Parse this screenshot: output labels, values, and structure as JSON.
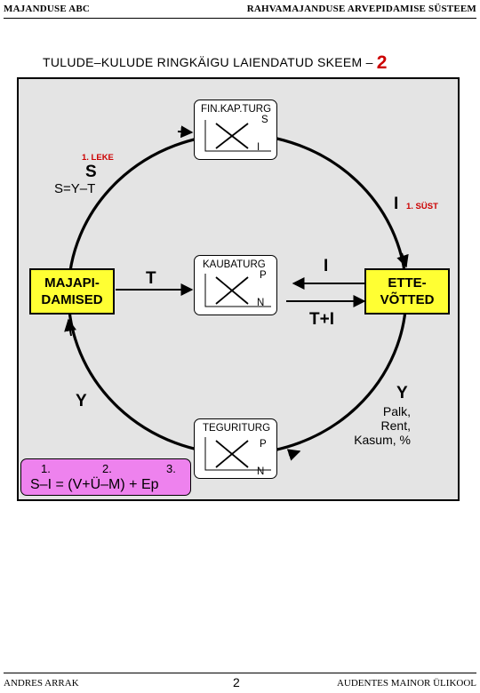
{
  "header": {
    "left": "MAJANDUSE ABC",
    "right": "RAHVAMAJANDUSE ARVEPIDAMISE SÜSTEEM"
  },
  "title": {
    "text": "TULUDE–KULUDE RINGKÄIGU LAIENDATUD SKEEM –",
    "number": "2"
  },
  "markets": {
    "financial": {
      "title": "FIN.KAP.TURG",
      "top_label": "S",
      "bottom_label": "I"
    },
    "goods": {
      "title": "KAUBATURG",
      "top_label": "P",
      "bottom_label": "N"
    },
    "factors": {
      "title": "TEGURITURG",
      "top_label": "P",
      "bottom_label": "N"
    }
  },
  "sectors": {
    "households": "MAJAPI- DAMISED",
    "firms": "ETTE- VÕTTED"
  },
  "labels": {
    "leak_note": "1. LEKE",
    "leak_symbol": "S",
    "leak_equation": "S=Y–T",
    "injection_symbol": "I",
    "injection_note": "1. SÜST",
    "taxes": "T",
    "investment": "I",
    "t_plus_i": "T+I",
    "income_left": "Y",
    "income_right": "Y",
    "income_types": "Palk, Rent, Kasum, %"
  },
  "formula": {
    "n1": "1.",
    "n2": "2.",
    "n3": "3.",
    "expression": "S–I = (V+Ü–M) + Ep"
  },
  "footer": {
    "left": "ANDRES ARRAK",
    "page": "2",
    "right": "AUDENTES MAINOR ÜLIKOOL"
  },
  "colors": {
    "sector_fill": "#ffff33",
    "formula_fill": "#ee82ee",
    "accent": "#cc0000",
    "panel": "#e4e4e4"
  }
}
